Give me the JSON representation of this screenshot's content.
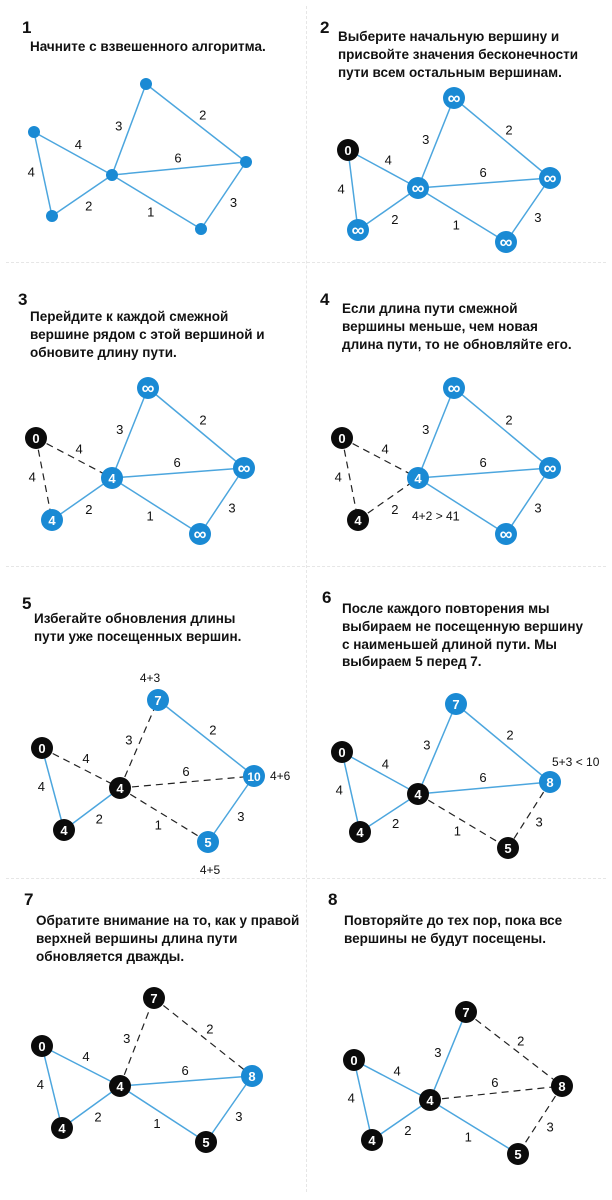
{
  "colors": {
    "blue": "#1a8ad4",
    "edge_blue": "#4ca6de",
    "black": "#0b0b0b",
    "dash": "#222222",
    "text": "#111111"
  },
  "panels": [
    {
      "number": "1",
      "lines": [
        "Начните с взвешенного алгоритма."
      ],
      "nodes": [
        {
          "id": "a",
          "label": "",
          "color": "blue"
        },
        {
          "id": "b",
          "label": "",
          "color": "blue"
        },
        {
          "id": "c",
          "label": "",
          "color": "blue"
        },
        {
          "id": "d",
          "label": "",
          "color": "blue"
        },
        {
          "id": "e",
          "label": "",
          "color": "blue"
        },
        {
          "id": "f",
          "label": "",
          "color": "blue"
        }
      ],
      "edges": [
        {
          "from": "a",
          "to": "b",
          "weight": "4",
          "style": "solid"
        },
        {
          "from": "a",
          "to": "c",
          "weight": "4",
          "style": "solid"
        },
        {
          "from": "b",
          "to": "d",
          "weight": "3",
          "style": "solid"
        },
        {
          "from": "b",
          "to": "e",
          "weight": "6",
          "style": "solid"
        },
        {
          "from": "b",
          "to": "f",
          "weight": "1",
          "style": "solid"
        },
        {
          "from": "c",
          "to": "b",
          "weight": "2",
          "style": "solid"
        },
        {
          "from": "d",
          "to": "e",
          "weight": "2",
          "style": "solid"
        },
        {
          "from": "e",
          "to": "f",
          "weight": "3",
          "style": "solid"
        }
      ],
      "notes": []
    },
    {
      "number": "2",
      "lines": [
        "Выберите начальную вершину и",
        "присвойте значения бесконечности",
        "пути всем остальным вершинам."
      ],
      "nodes": [
        {
          "id": "a",
          "label": "0",
          "color": "black"
        },
        {
          "id": "b",
          "label": "∞",
          "color": "blue"
        },
        {
          "id": "c",
          "label": "∞",
          "color": "blue"
        },
        {
          "id": "d",
          "label": "∞",
          "color": "blue"
        },
        {
          "id": "e",
          "label": "∞",
          "color": "blue"
        },
        {
          "id": "f",
          "label": "∞",
          "color": "blue"
        }
      ],
      "edges": [
        {
          "from": "a",
          "to": "b",
          "weight": "4",
          "style": "solid"
        },
        {
          "from": "a",
          "to": "c",
          "weight": "4",
          "style": "solid"
        },
        {
          "from": "b",
          "to": "d",
          "weight": "3",
          "style": "solid"
        },
        {
          "from": "b",
          "to": "e",
          "weight": "6",
          "style": "solid"
        },
        {
          "from": "b",
          "to": "f",
          "weight": "1",
          "style": "solid"
        },
        {
          "from": "c",
          "to": "b",
          "weight": "2",
          "style": "solid"
        },
        {
          "from": "d",
          "to": "e",
          "weight": "2",
          "style": "solid"
        },
        {
          "from": "e",
          "to": "f",
          "weight": "3",
          "style": "solid"
        }
      ],
      "notes": []
    },
    {
      "number": "3",
      "lines": [
        "Перейдите к каждой смежной",
        "вершине рядом с этой вершиной и",
        "обновите длину пути."
      ],
      "nodes": [
        {
          "id": "a",
          "label": "0",
          "color": "black"
        },
        {
          "id": "b",
          "label": "4",
          "color": "blue"
        },
        {
          "id": "c",
          "label": "4",
          "color": "blue"
        },
        {
          "id": "d",
          "label": "∞",
          "color": "blue"
        },
        {
          "id": "e",
          "label": "∞",
          "color": "blue"
        },
        {
          "id": "f",
          "label": "∞",
          "color": "blue"
        }
      ],
      "edges": [
        {
          "from": "a",
          "to": "b",
          "weight": "4",
          "style": "dashed"
        },
        {
          "from": "a",
          "to": "c",
          "weight": "4",
          "style": "dashed"
        },
        {
          "from": "b",
          "to": "d",
          "weight": "3",
          "style": "solid"
        },
        {
          "from": "b",
          "to": "e",
          "weight": "6",
          "style": "solid"
        },
        {
          "from": "b",
          "to": "f",
          "weight": "1",
          "style": "solid"
        },
        {
          "from": "c",
          "to": "b",
          "weight": "2",
          "style": "solid"
        },
        {
          "from": "d",
          "to": "e",
          "weight": "2",
          "style": "solid"
        },
        {
          "from": "e",
          "to": "f",
          "weight": "3",
          "style": "solid"
        }
      ],
      "notes": []
    },
    {
      "number": "4",
      "lines": [
        "Если длина пути смежной",
        "вершины меньше, чем новая",
        "длина пути, то не обновляйте его."
      ],
      "nodes": [
        {
          "id": "a",
          "label": "0",
          "color": "black"
        },
        {
          "id": "b",
          "label": "4",
          "color": "blue"
        },
        {
          "id": "c",
          "label": "4",
          "color": "black"
        },
        {
          "id": "d",
          "label": "∞",
          "color": "blue"
        },
        {
          "id": "e",
          "label": "∞",
          "color": "blue"
        },
        {
          "id": "f",
          "label": "∞",
          "color": "blue"
        }
      ],
      "edges": [
        {
          "from": "a",
          "to": "b",
          "weight": "4",
          "style": "dashed"
        },
        {
          "from": "a",
          "to": "c",
          "weight": "4",
          "style": "dashed"
        },
        {
          "from": "b",
          "to": "d",
          "weight": "3",
          "style": "solid"
        },
        {
          "from": "b",
          "to": "e",
          "weight": "6",
          "style": "solid"
        },
        {
          "from": "b",
          "to": "f",
          "weight": "1",
          "style": "solid"
        },
        {
          "from": "c",
          "to": "b",
          "weight": "2",
          "style": "dashed"
        },
        {
          "from": "d",
          "to": "e",
          "weight": "2",
          "style": "solid"
        },
        {
          "from": "e",
          "to": "f",
          "weight": "3",
          "style": "solid"
        }
      ],
      "notes": [
        {
          "anchor": "bc",
          "text": "4+2 > 4"
        }
      ]
    },
    {
      "number": "5",
      "lines": [
        "Избегайте обновления длины",
        "пути уже посещенных вершин."
      ],
      "nodes": [
        {
          "id": "a",
          "label": "0",
          "color": "black"
        },
        {
          "id": "b",
          "label": "4",
          "color": "black"
        },
        {
          "id": "c",
          "label": "4",
          "color": "black"
        },
        {
          "id": "d",
          "label": "7",
          "color": "blue"
        },
        {
          "id": "e",
          "label": "10",
          "color": "blue"
        },
        {
          "id": "f",
          "label": "5",
          "color": "blue"
        }
      ],
      "edges": [
        {
          "from": "a",
          "to": "b",
          "weight": "4",
          "style": "dashed"
        },
        {
          "from": "a",
          "to": "c",
          "weight": "4",
          "style": "solid"
        },
        {
          "from": "b",
          "to": "d",
          "weight": "3",
          "style": "dashed"
        },
        {
          "from": "b",
          "to": "e",
          "weight": "6",
          "style": "dashed"
        },
        {
          "from": "b",
          "to": "f",
          "weight": "1",
          "style": "dashed"
        },
        {
          "from": "c",
          "to": "b",
          "weight": "2",
          "style": "solid"
        },
        {
          "from": "d",
          "to": "e",
          "weight": "2",
          "style": "solid"
        },
        {
          "from": "e",
          "to": "f",
          "weight": "3",
          "style": "solid"
        }
      ],
      "notes": [
        {
          "anchor": "d-top",
          "text": "4+3"
        },
        {
          "anchor": "e-right",
          "text": "4+6"
        },
        {
          "anchor": "f-bottom",
          "text": "4+5"
        }
      ]
    },
    {
      "number": "6",
      "lines": [
        "После каждого повторения мы",
        "выбираем не посещенную вершину",
        "с наименьшей длиной пути. Мы",
        "выбираем 5 перед 7."
      ],
      "nodes": [
        {
          "id": "a",
          "label": "0",
          "color": "black"
        },
        {
          "id": "b",
          "label": "4",
          "color": "black"
        },
        {
          "id": "c",
          "label": "4",
          "color": "black"
        },
        {
          "id": "d",
          "label": "7",
          "color": "blue"
        },
        {
          "id": "e",
          "label": "8",
          "color": "blue"
        },
        {
          "id": "f",
          "label": "5",
          "color": "black"
        }
      ],
      "edges": [
        {
          "from": "a",
          "to": "b",
          "weight": "4",
          "style": "solid"
        },
        {
          "from": "a",
          "to": "c",
          "weight": "4",
          "style": "solid"
        },
        {
          "from": "b",
          "to": "d",
          "weight": "3",
          "style": "solid"
        },
        {
          "from": "b",
          "to": "e",
          "weight": "6",
          "style": "solid"
        },
        {
          "from": "b",
          "to": "f",
          "weight": "1",
          "style": "dashed"
        },
        {
          "from": "c",
          "to": "b",
          "weight": "2",
          "style": "solid"
        },
        {
          "from": "d",
          "to": "e",
          "weight": "2",
          "style": "solid"
        },
        {
          "from": "e",
          "to": "f",
          "weight": "3",
          "style": "dashed"
        }
      ],
      "notes": [
        {
          "anchor": "e-top",
          "text": "5+3 < 10"
        }
      ]
    },
    {
      "number": "7",
      "lines": [
        "Обратите внимание на то, как у правой",
        "верхней вершины длина пути",
        "обновляется дважды."
      ],
      "nodes": [
        {
          "id": "a",
          "label": "0",
          "color": "black"
        },
        {
          "id": "b",
          "label": "4",
          "color": "black"
        },
        {
          "id": "c",
          "label": "4",
          "color": "black"
        },
        {
          "id": "d",
          "label": "7",
          "color": "black"
        },
        {
          "id": "e",
          "label": "8",
          "color": "blue"
        },
        {
          "id": "f",
          "label": "5",
          "color": "black"
        }
      ],
      "edges": [
        {
          "from": "a",
          "to": "b",
          "weight": "4",
          "style": "solid"
        },
        {
          "from": "a",
          "to": "c",
          "weight": "4",
          "style": "solid"
        },
        {
          "from": "b",
          "to": "d",
          "weight": "3",
          "style": "dashed"
        },
        {
          "from": "b",
          "to": "e",
          "weight": "6",
          "style": "solid"
        },
        {
          "from": "b",
          "to": "f",
          "weight": "1",
          "style": "solid"
        },
        {
          "from": "c",
          "to": "b",
          "weight": "2",
          "style": "solid"
        },
        {
          "from": "d",
          "to": "e",
          "weight": "2",
          "style": "dashed"
        },
        {
          "from": "e",
          "to": "f",
          "weight": "3",
          "style": "solid"
        }
      ],
      "notes": []
    },
    {
      "number": "8",
      "lines": [
        "Повторяйте до тех пор, пока все",
        "вершины не будут посещены."
      ],
      "nodes": [
        {
          "id": "a",
          "label": "0",
          "color": "black"
        },
        {
          "id": "b",
          "label": "4",
          "color": "black"
        },
        {
          "id": "c",
          "label": "4",
          "color": "black"
        },
        {
          "id": "d",
          "label": "7",
          "color": "black"
        },
        {
          "id": "e",
          "label": "8",
          "color": "black"
        },
        {
          "id": "f",
          "label": "5",
          "color": "black"
        }
      ],
      "edges": [
        {
          "from": "a",
          "to": "b",
          "weight": "4",
          "style": "solid"
        },
        {
          "from": "a",
          "to": "c",
          "weight": "4",
          "style": "solid"
        },
        {
          "from": "b",
          "to": "d",
          "weight": "3",
          "style": "solid"
        },
        {
          "from": "b",
          "to": "e",
          "weight": "6",
          "style": "dashed"
        },
        {
          "from": "b",
          "to": "f",
          "weight": "1",
          "style": "solid"
        },
        {
          "from": "c",
          "to": "b",
          "weight": "2",
          "style": "solid"
        },
        {
          "from": "d",
          "to": "e",
          "weight": "2",
          "style": "dashed"
        },
        {
          "from": "e",
          "to": "f",
          "weight": "3",
          "style": "dashed"
        }
      ],
      "notes": []
    }
  ]
}
